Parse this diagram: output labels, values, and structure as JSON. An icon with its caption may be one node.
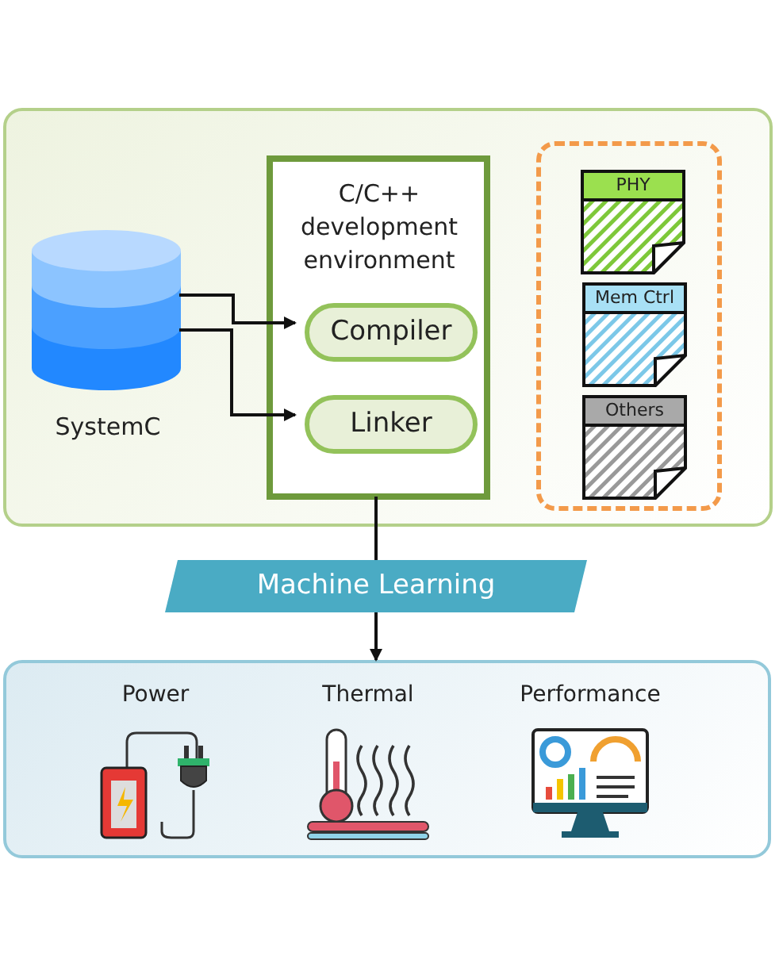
{
  "diagram": {
    "nodes": [
      {
        "text": [],
        "shape": "box"
      },
      {
        "text": [
          "SystemC"
        ],
        "in": 0
      },
      {
        "text": [
          "C/C++ development environment"
        ],
        "in": 0
      },
      {
        "text": [
          "Compiler"
        ],
        "in": 2
      },
      {
        "text": [
          "Linker"
        ],
        "in": 2
      },
      {
        "text": [],
        "shape": "box",
        "in": 0
      },
      {
        "text": [
          "PHY"
        ],
        "in": 5
      },
      {
        "text": [
          "Mem Ctrl"
        ],
        "in": 5
      },
      {
        "text": [
          "Others"
        ],
        "in": 5
      },
      {
        "text": [
          "Machine Learning"
        ]
      },
      {
        "text": [],
        "shape": "box"
      },
      {
        "text": [
          "Power"
        ],
        "in": 10
      },
      {
        "text": [
          "Thermal"
        ],
        "in": 10
      },
      {
        "text": [
          "Performance"
        ],
        "in": 10
      }
    ],
    "edges": [
      {
        "from": 1,
        "to": 3,
        "arrow": "to"
      },
      {
        "from": 1,
        "to": 4,
        "arrow": "to"
      },
      {
        "from": 2,
        "to": 9,
        "arrow": "none"
      },
      {
        "from": 9,
        "to": 10,
        "arrow": "to"
      }
    ]
  }
}
